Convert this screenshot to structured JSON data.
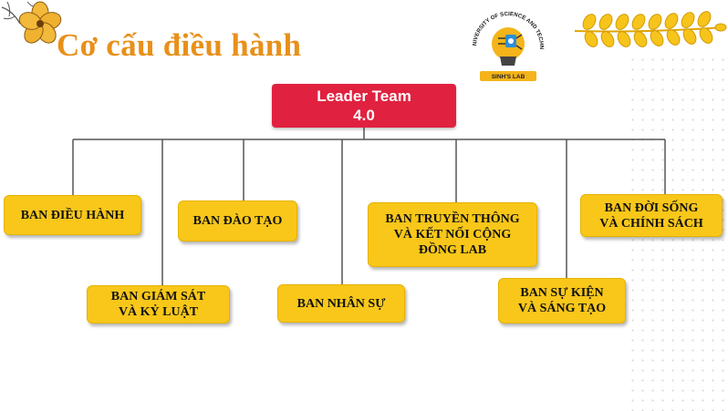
{
  "title": "Cơ cấu điều hành",
  "leader": {
    "line1": "Leader Team",
    "line2": "4.0"
  },
  "departments": [
    {
      "line1": "BAN ĐIỀU HÀNH",
      "line2": "",
      "line3": ""
    },
    {
      "line1": "BAN GIÁM SÁT",
      "line2": "VÀ KỶ LUẬT",
      "line3": ""
    },
    {
      "line1": "BAN ĐÀO TẠO",
      "line2": "",
      "line3": ""
    },
    {
      "line1": "BAN NHÂN SỰ",
      "line2": "",
      "line3": ""
    },
    {
      "line1": "BAN TRUYỀN THÔNG",
      "line2": "VÀ KẾT NỐI CỘNG",
      "line3": "ĐỒNG LAB"
    },
    {
      "line1": "BAN SỰ KIỆN",
      "line2": "VÀ SÁNG TẠO",
      "line3": ""
    },
    {
      "line1": "BAN ĐỜI SỐNG",
      "line2": "VÀ CHÍNH SÁCH",
      "line3": ""
    }
  ],
  "logo": {
    "ring_text": "HANOI UNIVERSITY OF SCIENCE AND TECHNOLOGY",
    "banner": "SINH'S LAB"
  },
  "colors": {
    "title": "#e8901a",
    "leader": "#e0213f",
    "box": "#f8c71a",
    "line": "#555555"
  }
}
